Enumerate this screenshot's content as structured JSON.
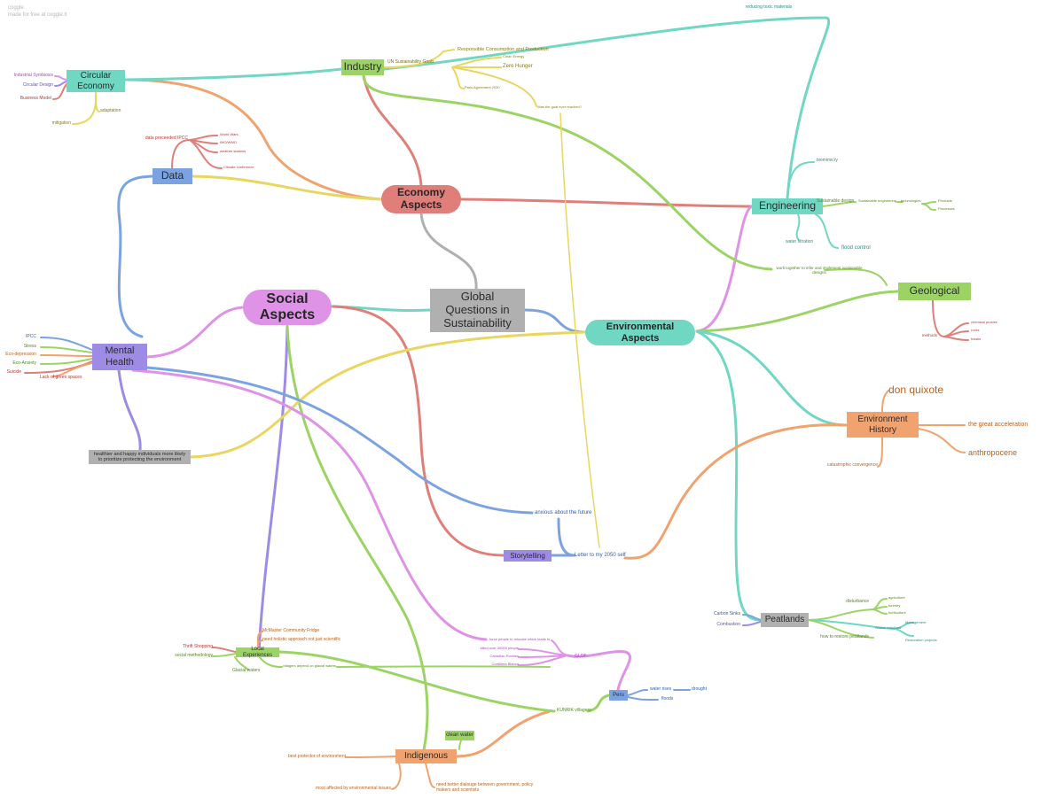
{
  "watermark": {
    "brand": "coggle",
    "tagline": "made for free at coggle.it"
  },
  "colors": {
    "economy": "#e07f7a",
    "social": "#de93e6",
    "global": "#b0b0b0",
    "environmental": "#6fd7c2",
    "industry": "#9bd464",
    "circular": "#6fd7c2",
    "data": "#7ba3e2",
    "engineering": "#6fd7c2",
    "geological": "#9bd464",
    "mental": "#9d8be6",
    "environment_history": "#f0a36f",
    "storytelling": "#9d8be6",
    "peatlands": "#b0b0b0",
    "indigenous": "#f0a36f",
    "local": "#9bd464",
    "peru": "#7ba3e2"
  },
  "nodes": {
    "global": "Global Questions in Sustainability",
    "economy": "Economy Aspects",
    "social": "Social Aspects",
    "environmental": "Environmental Aspects",
    "industry": "Industry",
    "circular": "Circular Economy",
    "data": "Data",
    "engineering": "Engineering",
    "geological": "Geological",
    "mental": "Mental Health",
    "environment_history": "Environment History",
    "storytelling": "Storytelling",
    "peatlands": "Peatlands",
    "indigenous": "Indigenous",
    "local": "Local Experiences",
    "peru": "Peru",
    "clean_water": "clean water",
    "healthier": "healthier and happy individuals more likely to prioritize protecting the environment"
  },
  "labels": {
    "reducing_toxic": "reducing toxic materials",
    "un_goals": "UN Sustainability Goals",
    "responsible": "Responsible Consumption and Production",
    "clean_energy": "Clean Energy",
    "zero_hunger": "Zero Hunger",
    "paris": "Paris Agreement 2030",
    "goal_reached": "Was the goal ever reached?",
    "industrial_symbiosis": "Industrial Symbiosis",
    "circular_design": "Circular Design",
    "business_model": "Business Model",
    "adaptation": "adaptation",
    "mitigation": "mitigation",
    "data_preceded": "data preceeded IPCC",
    "world_wars": "World Wars",
    "imo": "IMO/WMO",
    "weather_stations": "weather stations",
    "climate_conference": "Climate conference",
    "biomimicry": "biomimicry",
    "sustainable_design": "Sustainable design",
    "sustainable_engineering": "Sustainable engineering",
    "technologies": "technologies",
    "products": "Products",
    "processes": "Processes",
    "water_filtration": "water filtration",
    "flood_control": "flood control",
    "work_together": "work together to infer and implement sustainable designs",
    "methods": "methods",
    "chemical_proxies": "chemical proxies",
    "rocks": "rocks",
    "fossils": "fossils",
    "ipcc": "IPCC",
    "stress": "Stress",
    "eco_depression": "Eco-depression",
    "eco_anxiety": "Eco-Anxiety",
    "suicide": "Suicide",
    "lack_green": "Lack of green spaces",
    "don_quixote": "don quixote",
    "great_acceleration": "the great acceleration",
    "anthropocene": "anthropocene",
    "catastrophic": "catastrophic convergence",
    "anxious": "anxious about the future",
    "letter": "Letter to my 2050 self",
    "carbon_sinks": "Carbon Sinks",
    "combustion": "Combustion",
    "disturbance": "disturbance",
    "agriculture": "agriculture",
    "forestry": "forestry",
    "horticulture": "horticulture",
    "global_initiatives": "Global initiatives",
    "management": "Management",
    "restoration_projects": "Restoration projects",
    "how_restore": "how to restore peatlands",
    "mcmaster": "McMaster Community Fridge",
    "holistic": "need holistic approach not just scientific",
    "thrift": "Thrift Shopping",
    "social_methodology": "social methodology",
    "villagers_depend": "villagers depend on glacial waters",
    "glacial_waters": "Glacial waters",
    "force_relocate": "force people to relocate which leads to",
    "killed": "killed over 30000 people",
    "canadian_rockies": "Canadian Rockies",
    "cordillera": "Cordillera Blanca",
    "glof": "GLOF",
    "water_rises": "water rises",
    "drought": "drought",
    "floods": "floods",
    "kunrik": "KUNRIK villagers",
    "best_protector": "best protector of environment",
    "most_affected": "most affected by environmental issues",
    "better_dialogue": "need better dialouge between government, policy makers and scientists"
  }
}
